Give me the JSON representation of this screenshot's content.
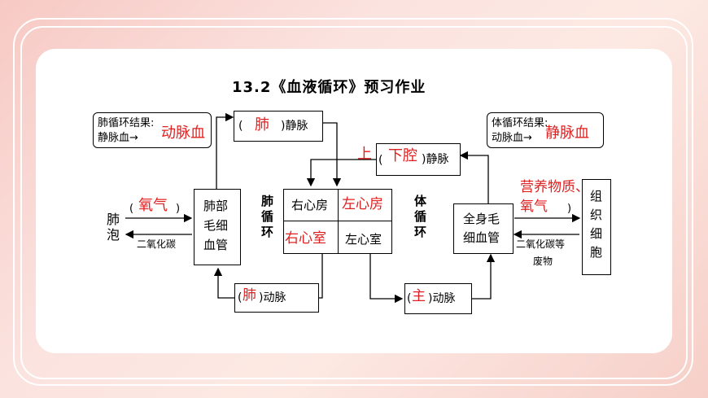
{
  "title": "13.2《血液循环》预习作业",
  "left_note": {
    "line1": "肺循环结果:",
    "line2": "静脉血→",
    "answer": "动脉血"
  },
  "right_note": {
    "line1": "体循环结果:",
    "line2": "动脉血→",
    "answer": "静脉血"
  },
  "pulmonary_vein": {
    "open": "(",
    "answer": "肺",
    "close": ")静脉"
  },
  "vena_cava": {
    "prefix": "上",
    "open": "(",
    "answer": "下腔",
    "close": ")静脉"
  },
  "pulmonary_artery": {
    "open": "(",
    "answer": "肺",
    "close": ")动脉"
  },
  "aorta": {
    "open": "(",
    "answer": "主",
    "close": ")动脉"
  },
  "lung_capillaries": [
    "肺部",
    "毛细",
    "血管"
  ],
  "body_capillaries": [
    "全身毛",
    "细血管"
  ],
  "alveoli": [
    "肺",
    "泡"
  ],
  "tissue_cells": [
    "组",
    "织",
    "细",
    "胞"
  ],
  "left_gas_in": {
    "open": "(",
    "answer": "氧气",
    "close": ")"
  },
  "left_gas_out": "二氧化碳",
  "right_supply": {
    "answer_line1": "营养物质、",
    "answer_line2": "氧气",
    "close": ")"
  },
  "right_waste": [
    "二氧化碳等",
    "废物"
  ],
  "pulmonary_circulation": [
    "肺",
    "循",
    "环"
  ],
  "systemic_circulation": [
    "体",
    "循",
    "环"
  ],
  "heart": {
    "right_atrium": "右心房",
    "left_atrium": "左心房",
    "right_ventricle": "右心室",
    "left_ventricle": "左心室"
  },
  "colors": {
    "answer": "#e02020",
    "background": "#f7c9c4",
    "line": "#000000"
  }
}
